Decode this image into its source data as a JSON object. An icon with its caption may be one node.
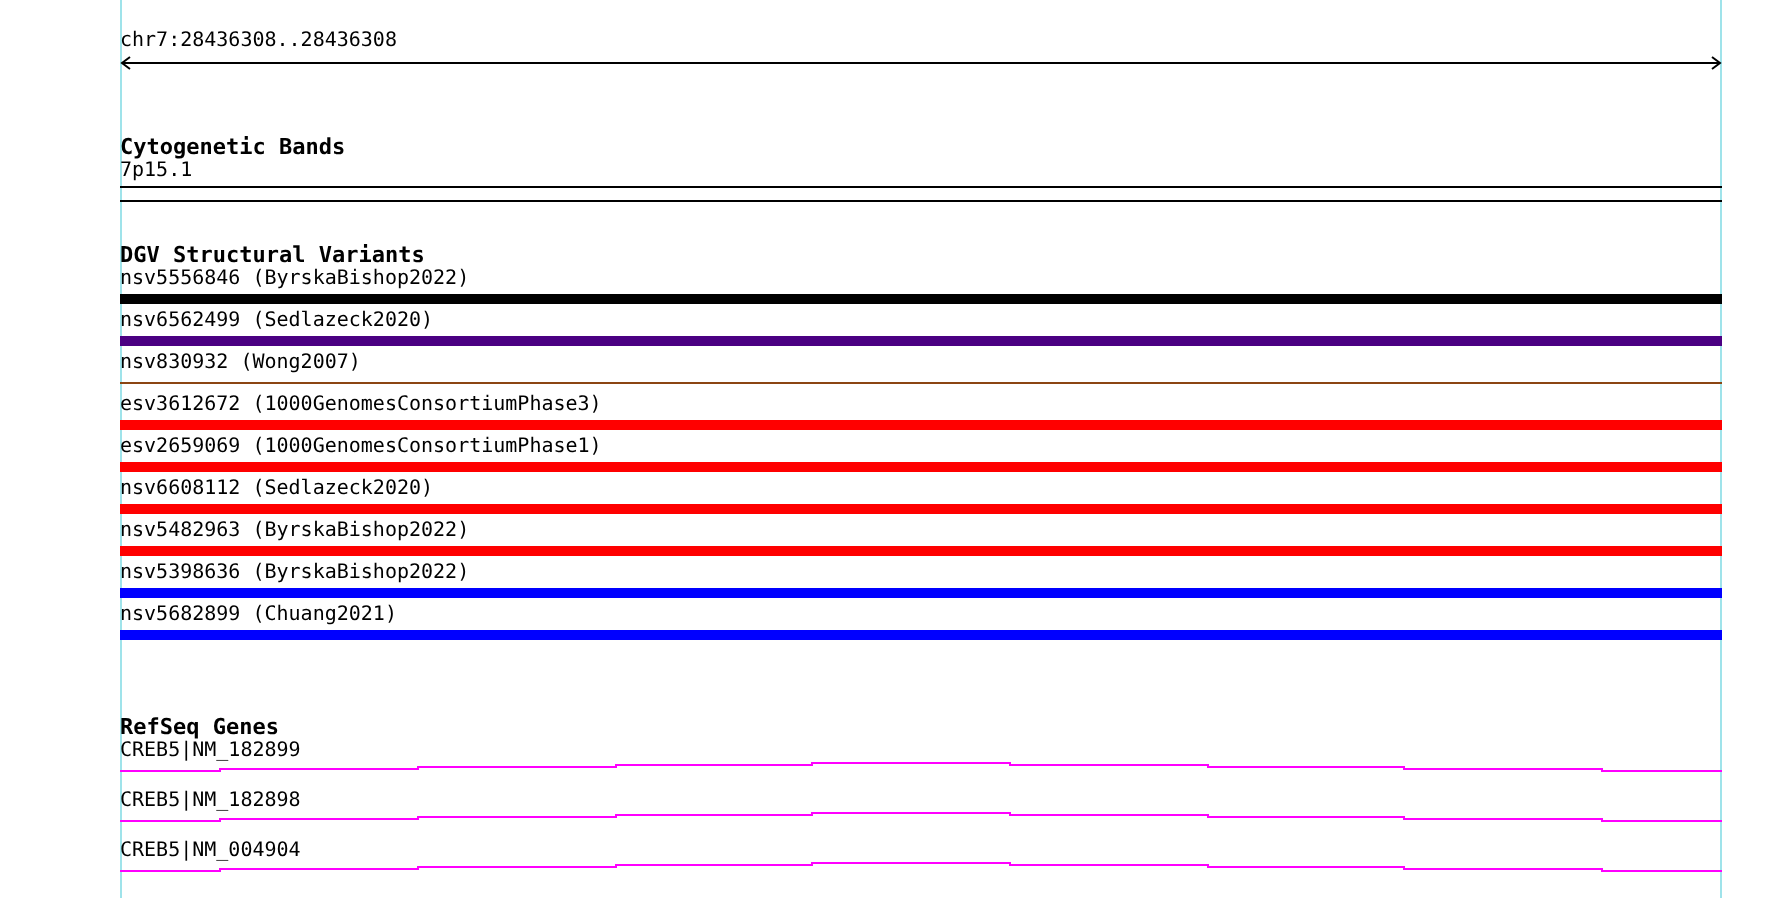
{
  "diagram": {
    "labels": [
      "chr7:28436308..28436308",
      "Cytogenetic Bands",
      "7p15.1",
      "DGV Structural Variants",
      "nsv5556846 (ByrskaBishop2022)",
      "nsv6562499 (Sedlazeck2020)",
      "nsv830932 (Wong2007)",
      "esv3612672 (1000GenomesConsortiumPhase3)",
      "esv2659069 (1000GenomesConsortiumPhase1)",
      "nsv6608112 (Sedlazeck2020)",
      "nsv5482963 (ByrskaBishop2022)",
      "nsv5398636 (ByrskaBishop2022)",
      "nsv5682899 (Chuang2021)",
      "RefSeq Genes",
      "CREB5|NM_182899",
      "CREB5|NM_182898",
      "CREB5|NM_004904"
    ]
  }
}
